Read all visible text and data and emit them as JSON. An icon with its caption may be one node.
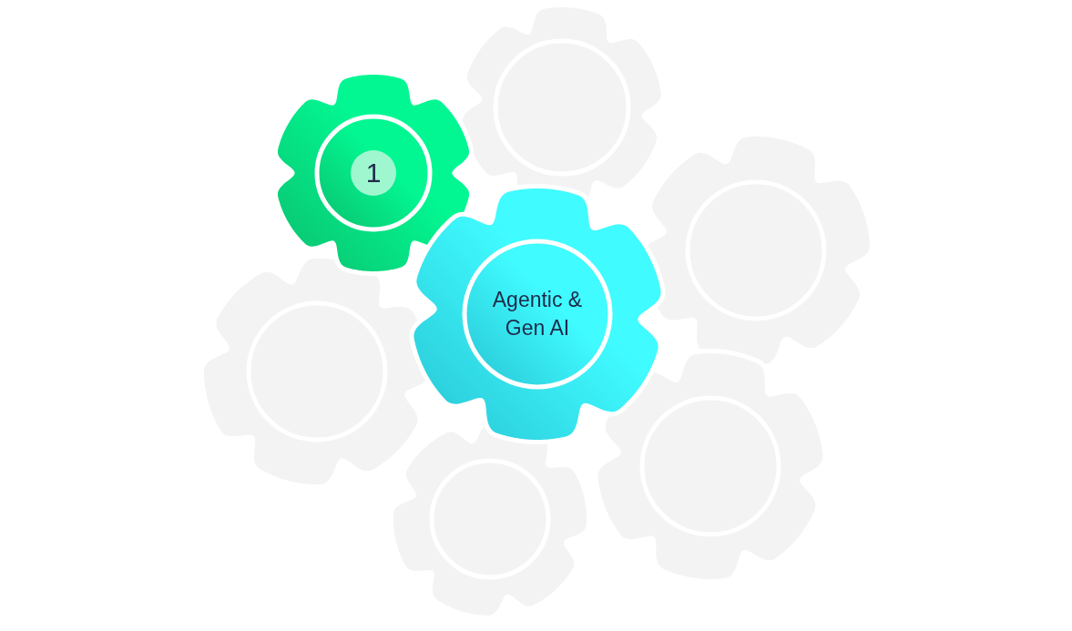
{
  "diagram": {
    "nodes": [
      {
        "text": [],
        "shape": "gear"
      },
      {
        "text": [
          "1"
        ]
      },
      {
        "text": [],
        "shape": "gear"
      },
      {
        "text": [
          "Agentic & Gen AI"
        ]
      },
      {
        "text": [],
        "shape": "gear"
      },
      {
        "text": [],
        "shape": "gear"
      },
      {
        "text": [],
        "shape": "gear"
      }
    ]
  }
}
